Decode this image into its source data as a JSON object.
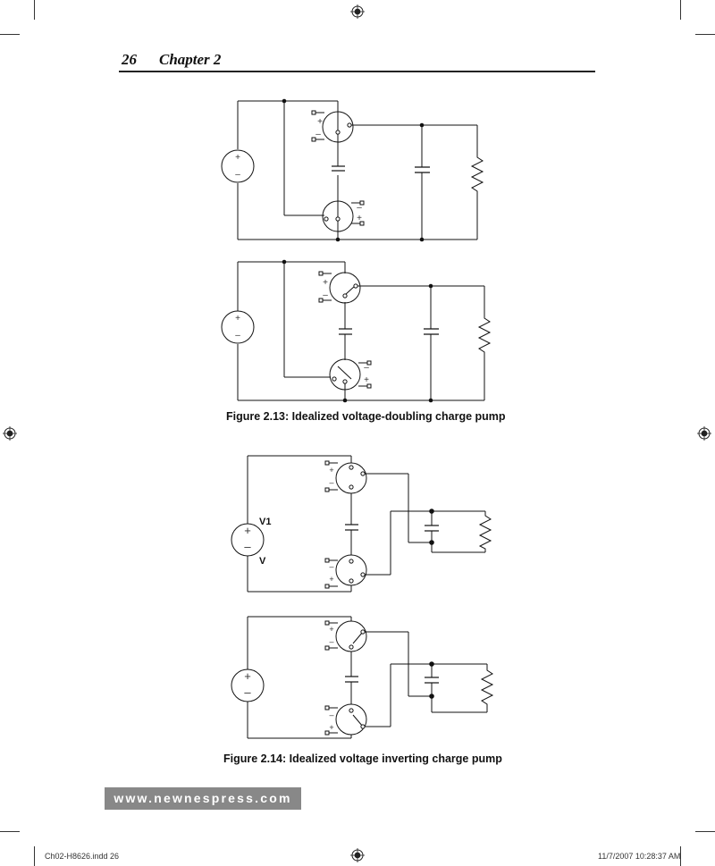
{
  "header": {
    "page_number": "26",
    "chapter": "Chapter 2"
  },
  "figures": [
    {
      "caption": "Figure 2.13: Idealized voltage-doubling charge pump"
    },
    {
      "caption": "Figure 2.14: Idealized voltage inverting charge pump",
      "source_labels": {
        "top": "V1",
        "bottom": "V"
      }
    }
  ],
  "symbols": {
    "plus": "+",
    "minus": "–"
  },
  "footer": {
    "website": "www.newnespress.com"
  },
  "slug": {
    "file": "Ch02-H8626.indd   26",
    "timestamp": "11/7/2007   10:28:37 AM"
  }
}
